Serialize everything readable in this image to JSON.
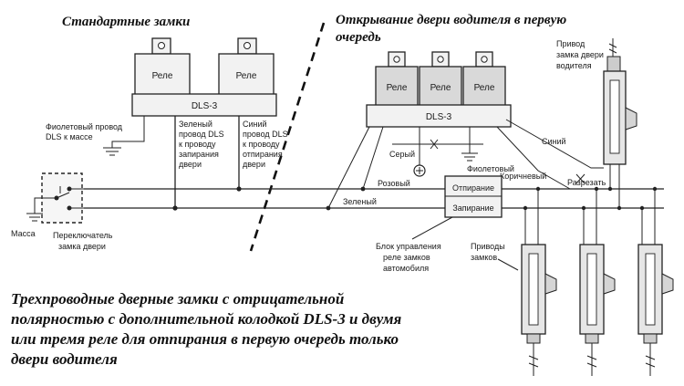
{
  "headings": {
    "standard": "Стандартные замки",
    "driver_first_line1": "Открывание двери водителя в первую",
    "driver_first_line2": "очередь"
  },
  "left_diagram": {
    "relay_label": "Реле",
    "module_label": "DLS-3",
    "violet_wire_line1": "Фиолетовый провод",
    "violet_wire_line2": "DLS  к массе",
    "green_wire_lines": [
      "Зеленый",
      "провод DLS",
      "к проводу",
      "запирания",
      "двери"
    ],
    "blue_wire_lines": [
      "Синий",
      "провод DLS",
      "к проводу",
      "отпирания",
      "двери"
    ],
    "ground_label": "Масса",
    "switch_line1": "Переключатель",
    "switch_line2": "замка двери"
  },
  "right_diagram": {
    "relay_label": "Реле",
    "module_label": "DLS-3",
    "gray_label": "Серый",
    "violet_label": "Фиолетовый",
    "pink_label": "Розовый",
    "brown_label": "Коричневый",
    "blue_label": "Синий",
    "green_label": "Зеленый",
    "cut_label": "Разрезать",
    "unlock_label": "Отпирание",
    "lock_label": "Запирание",
    "control_block_lines": [
      "Блок управления",
      "реле замков",
      "автомобиля"
    ],
    "actuators_line1": "Приводы",
    "actuators_line2": "замков",
    "driver_actuator_lines": [
      "Привод",
      "замка двери",
      "водителя"
    ]
  },
  "caption_lines": [
    "Трехпроводные дверные замки с отрицательной",
    "полярностью с дополнительной колодкой DLS-3 и двумя",
    "или тремя реле для отпирания в первую очередь только",
    "двери водителя"
  ]
}
